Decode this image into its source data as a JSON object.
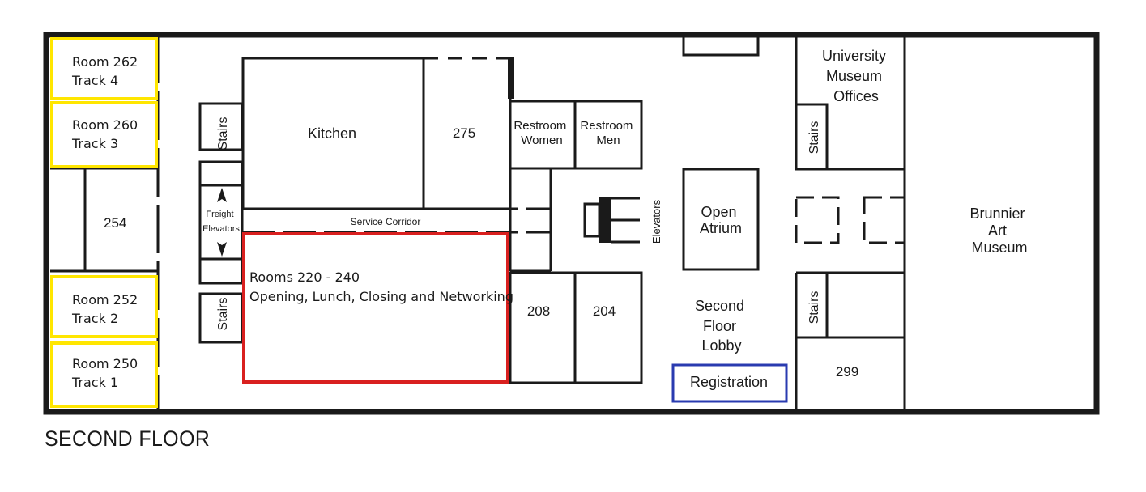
{
  "floor": {
    "title": "SECOND FLOOR"
  },
  "colors": {
    "track_rooms": "#ffe600",
    "main_hall": "#d9201f",
    "registration": "#2a3bb0",
    "walls": "#1a1a1a"
  },
  "rooms": {
    "room_262": [
      "Room 262",
      "Track 4"
    ],
    "room_260": [
      "Room 260",
      "Track 3"
    ],
    "room_254": "254",
    "room_252": [
      "Room 252",
      "Track 2"
    ],
    "room_250": [
      "Room 250",
      "Track 1"
    ],
    "stairs": "Stairs",
    "freight_elevators": [
      "Freight",
      "Elevators"
    ],
    "kitchen": "Kitchen",
    "room_275": "275",
    "service_corridor": "Service Corridor",
    "rooms_220_240": [
      "Rooms 220 - 240",
      "Opening, Lunch, Closing and Networking"
    ],
    "restroom_women": [
      "Restroom",
      "Women"
    ],
    "restroom_men": [
      "Restroom",
      "Men"
    ],
    "elevators": "Elevators",
    "room_208": "208",
    "room_204": "204",
    "open_atrium": [
      "Open",
      "Atrium"
    ],
    "second_floor_lobby": [
      "Second",
      "Floor",
      "Lobby"
    ],
    "registration": "Registration",
    "university_museum_offices": [
      "University",
      "Museum",
      "Offices"
    ],
    "room_299": "299",
    "brunnier_art_museum": [
      "Brunnier",
      "Art",
      "Museum"
    ]
  }
}
